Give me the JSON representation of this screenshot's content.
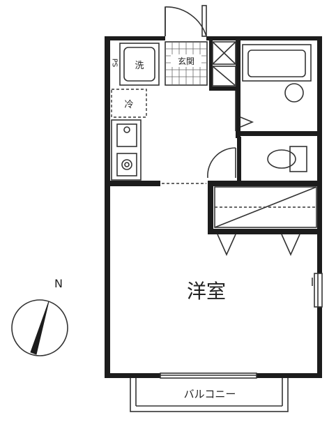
{
  "rooms": {
    "western_room": "洋室",
    "entrance": "玄関",
    "balcony": "バルコニー"
  },
  "fixtures": {
    "washer": "洗",
    "fridge": "冷",
    "pipe_space": "PS"
  },
  "compass": {
    "north_label": "N"
  }
}
